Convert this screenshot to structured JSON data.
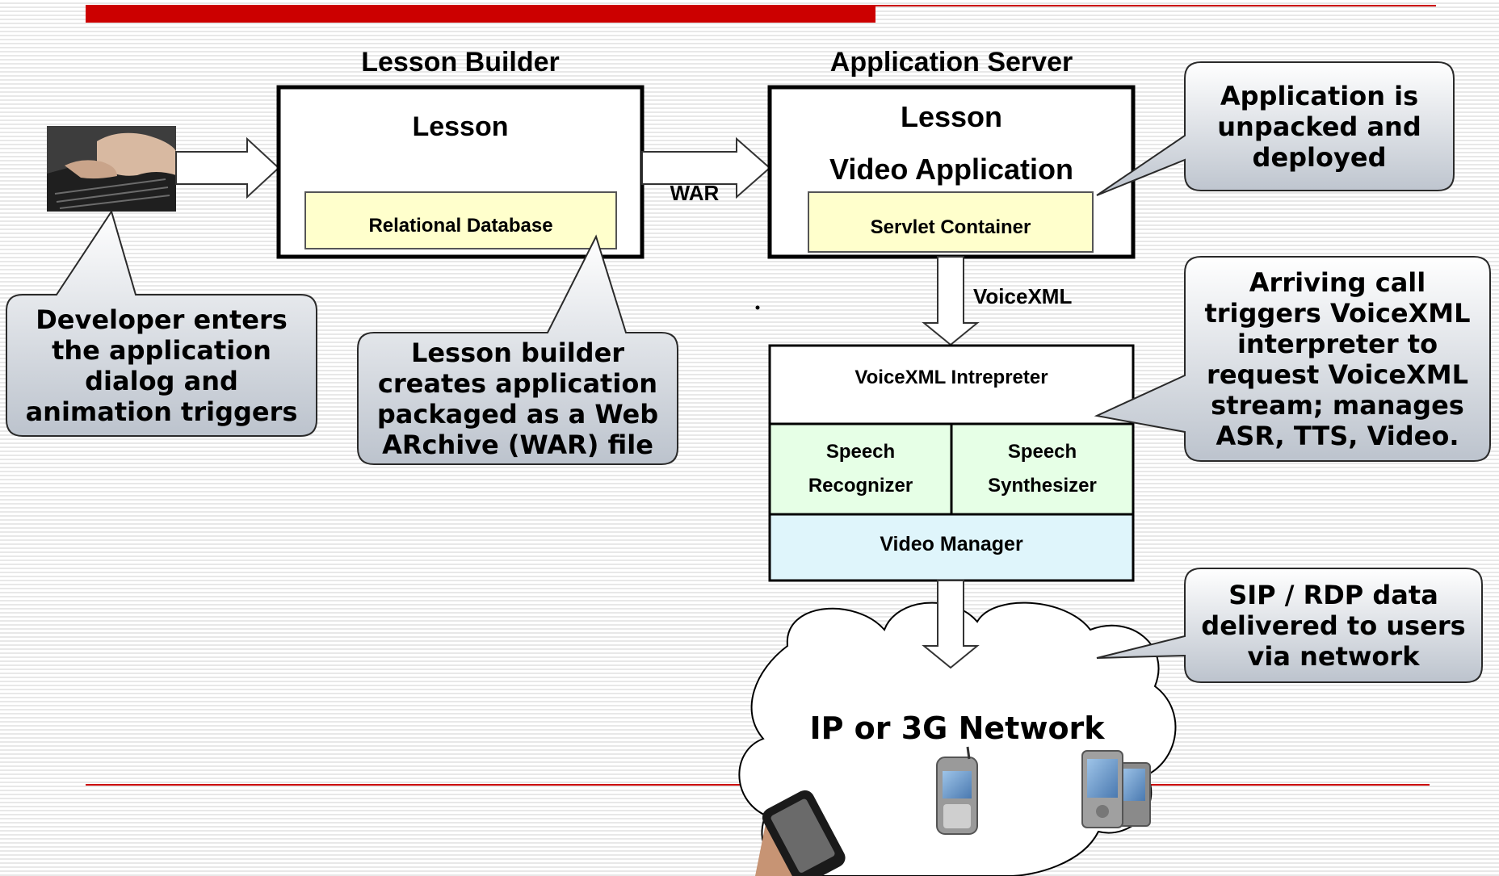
{
  "lesson_builder": {
    "title": "Lesson Builder",
    "box_label": "Lesson",
    "db_label": "Relational Database"
  },
  "application_server": {
    "title": "Application Server",
    "lesson_label": "Lesson",
    "video_app_label": "Video Application",
    "container_label": "Servlet Container"
  },
  "arrows": {
    "war_label": "WAR",
    "voicexml_label": "VoiceXML"
  },
  "voicexml_stack": {
    "interpreter": "VoiceXML Intrepreter",
    "recognizer": [
      "Speech",
      "Recognizer"
    ],
    "synthesizer": [
      "Speech",
      "Synthesizer"
    ],
    "video_manager": "Video Manager"
  },
  "network": {
    "label": "IP or 3G Network"
  },
  "callouts": {
    "developer": [
      "Developer enters",
      "the application",
      "dialog and",
      "animation triggers"
    ],
    "lesson_builder": [
      "Lesson builder",
      "creates application",
      "packaged as a Web",
      "ARchive (WAR) file"
    ],
    "deployed": [
      "Application is",
      "unpacked and",
      "deployed"
    ],
    "arriving_call": [
      "Arriving call",
      "triggers VoiceXML",
      "interpreter to",
      "request VoiceXML",
      "stream; manages",
      "ASR, TTS, Video."
    ],
    "sip_rdp": [
      "SIP / RDP data",
      "delivered to users",
      "via network"
    ]
  },
  "colors": {
    "accent_red": "#cc0000",
    "db_fill": "#ffffcc",
    "speech_fill": "#e6ffe6",
    "video_manager_fill": "#dff5fb",
    "callout_fill": "#e4e8ee"
  }
}
